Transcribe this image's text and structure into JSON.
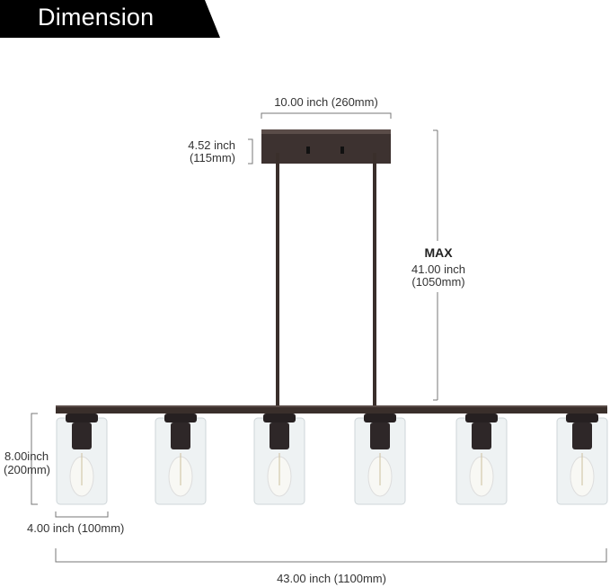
{
  "title": "Dimension",
  "dimensions": {
    "canopy_width": "10.00 inch (260mm)",
    "canopy_height_line1": "4.52 inch",
    "canopy_height_line2": "(115mm)",
    "max_label": "MAX",
    "max_height_line1": "41.00 inch",
    "max_height_line2": "(1050mm)",
    "shade_height_line1": "8.00inch",
    "shade_height_line2": "(200mm)",
    "shade_width": "4.00 inch (100mm)",
    "total_width": "43.00 inch (1100mm)"
  },
  "fixture": {
    "light_count": 6,
    "finish_color": "#3a2f2b",
    "glass_color": "#e9eef0"
  },
  "colors": {
    "banner_bg": "#000000",
    "banner_text": "#ffffff",
    "dimension_line": "#777777"
  }
}
